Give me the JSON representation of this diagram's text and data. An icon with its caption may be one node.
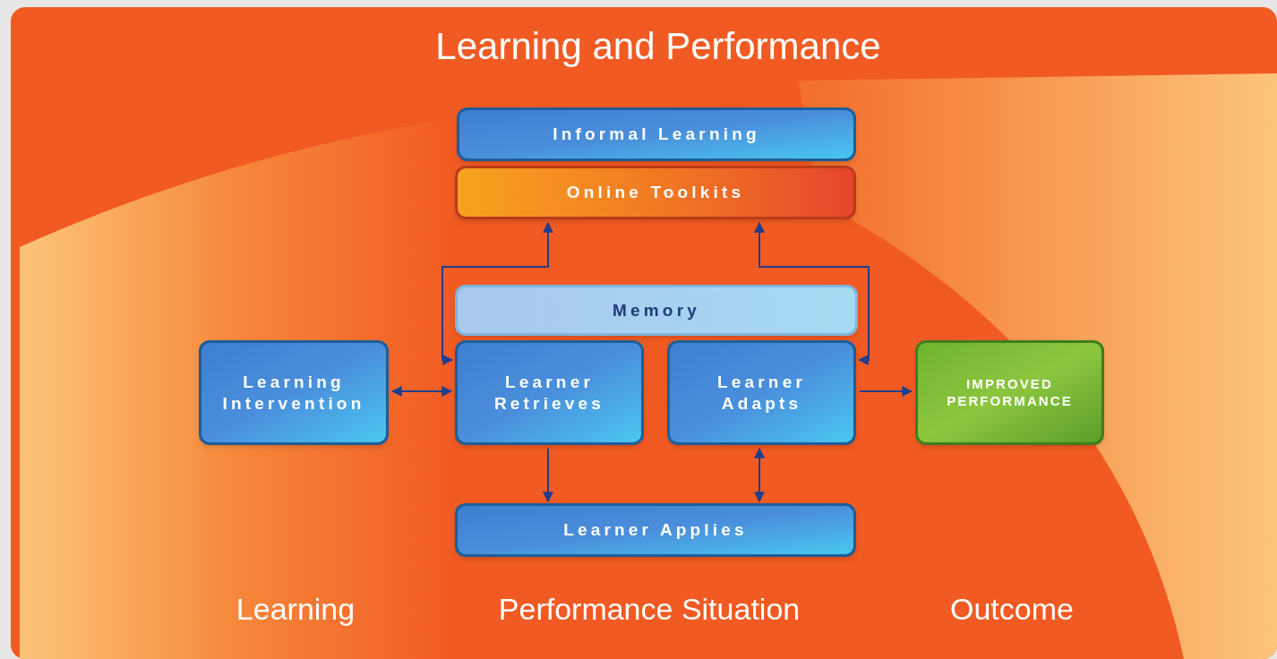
{
  "diagram": {
    "title": "Learning and Performance",
    "nodes": [
      {
        "text": [
          "Informal Learning"
        ]
      },
      {
        "text": [
          "Online Toolkits"
        ]
      },
      {
        "text": [
          "Memory"
        ]
      },
      {
        "text": [
          "Learning Intervention"
        ]
      },
      {
        "text": [
          "Learner Retrieves"
        ]
      },
      {
        "text": [
          "Learner Adapts"
        ]
      },
      {
        "text": [
          "IMPROVED PERFORMANCE"
        ]
      },
      {
        "text": [
          "Learner Applies"
        ]
      }
    ],
    "edges": [
      {
        "from": 1,
        "to": 4,
        "arrow": "both"
      },
      {
        "from": 1,
        "to": 5,
        "arrow": "both"
      },
      {
        "from": 3,
        "to": 4,
        "arrow": "both"
      },
      {
        "from": 5,
        "to": 6,
        "arrow": "to"
      },
      {
        "from": 4,
        "to": 7,
        "arrow": "to"
      },
      {
        "from": 5,
        "to": 7,
        "arrow": "both"
      }
    ],
    "labels": [
      "Learning",
      "Performance Situation",
      "Outcome"
    ]
  }
}
